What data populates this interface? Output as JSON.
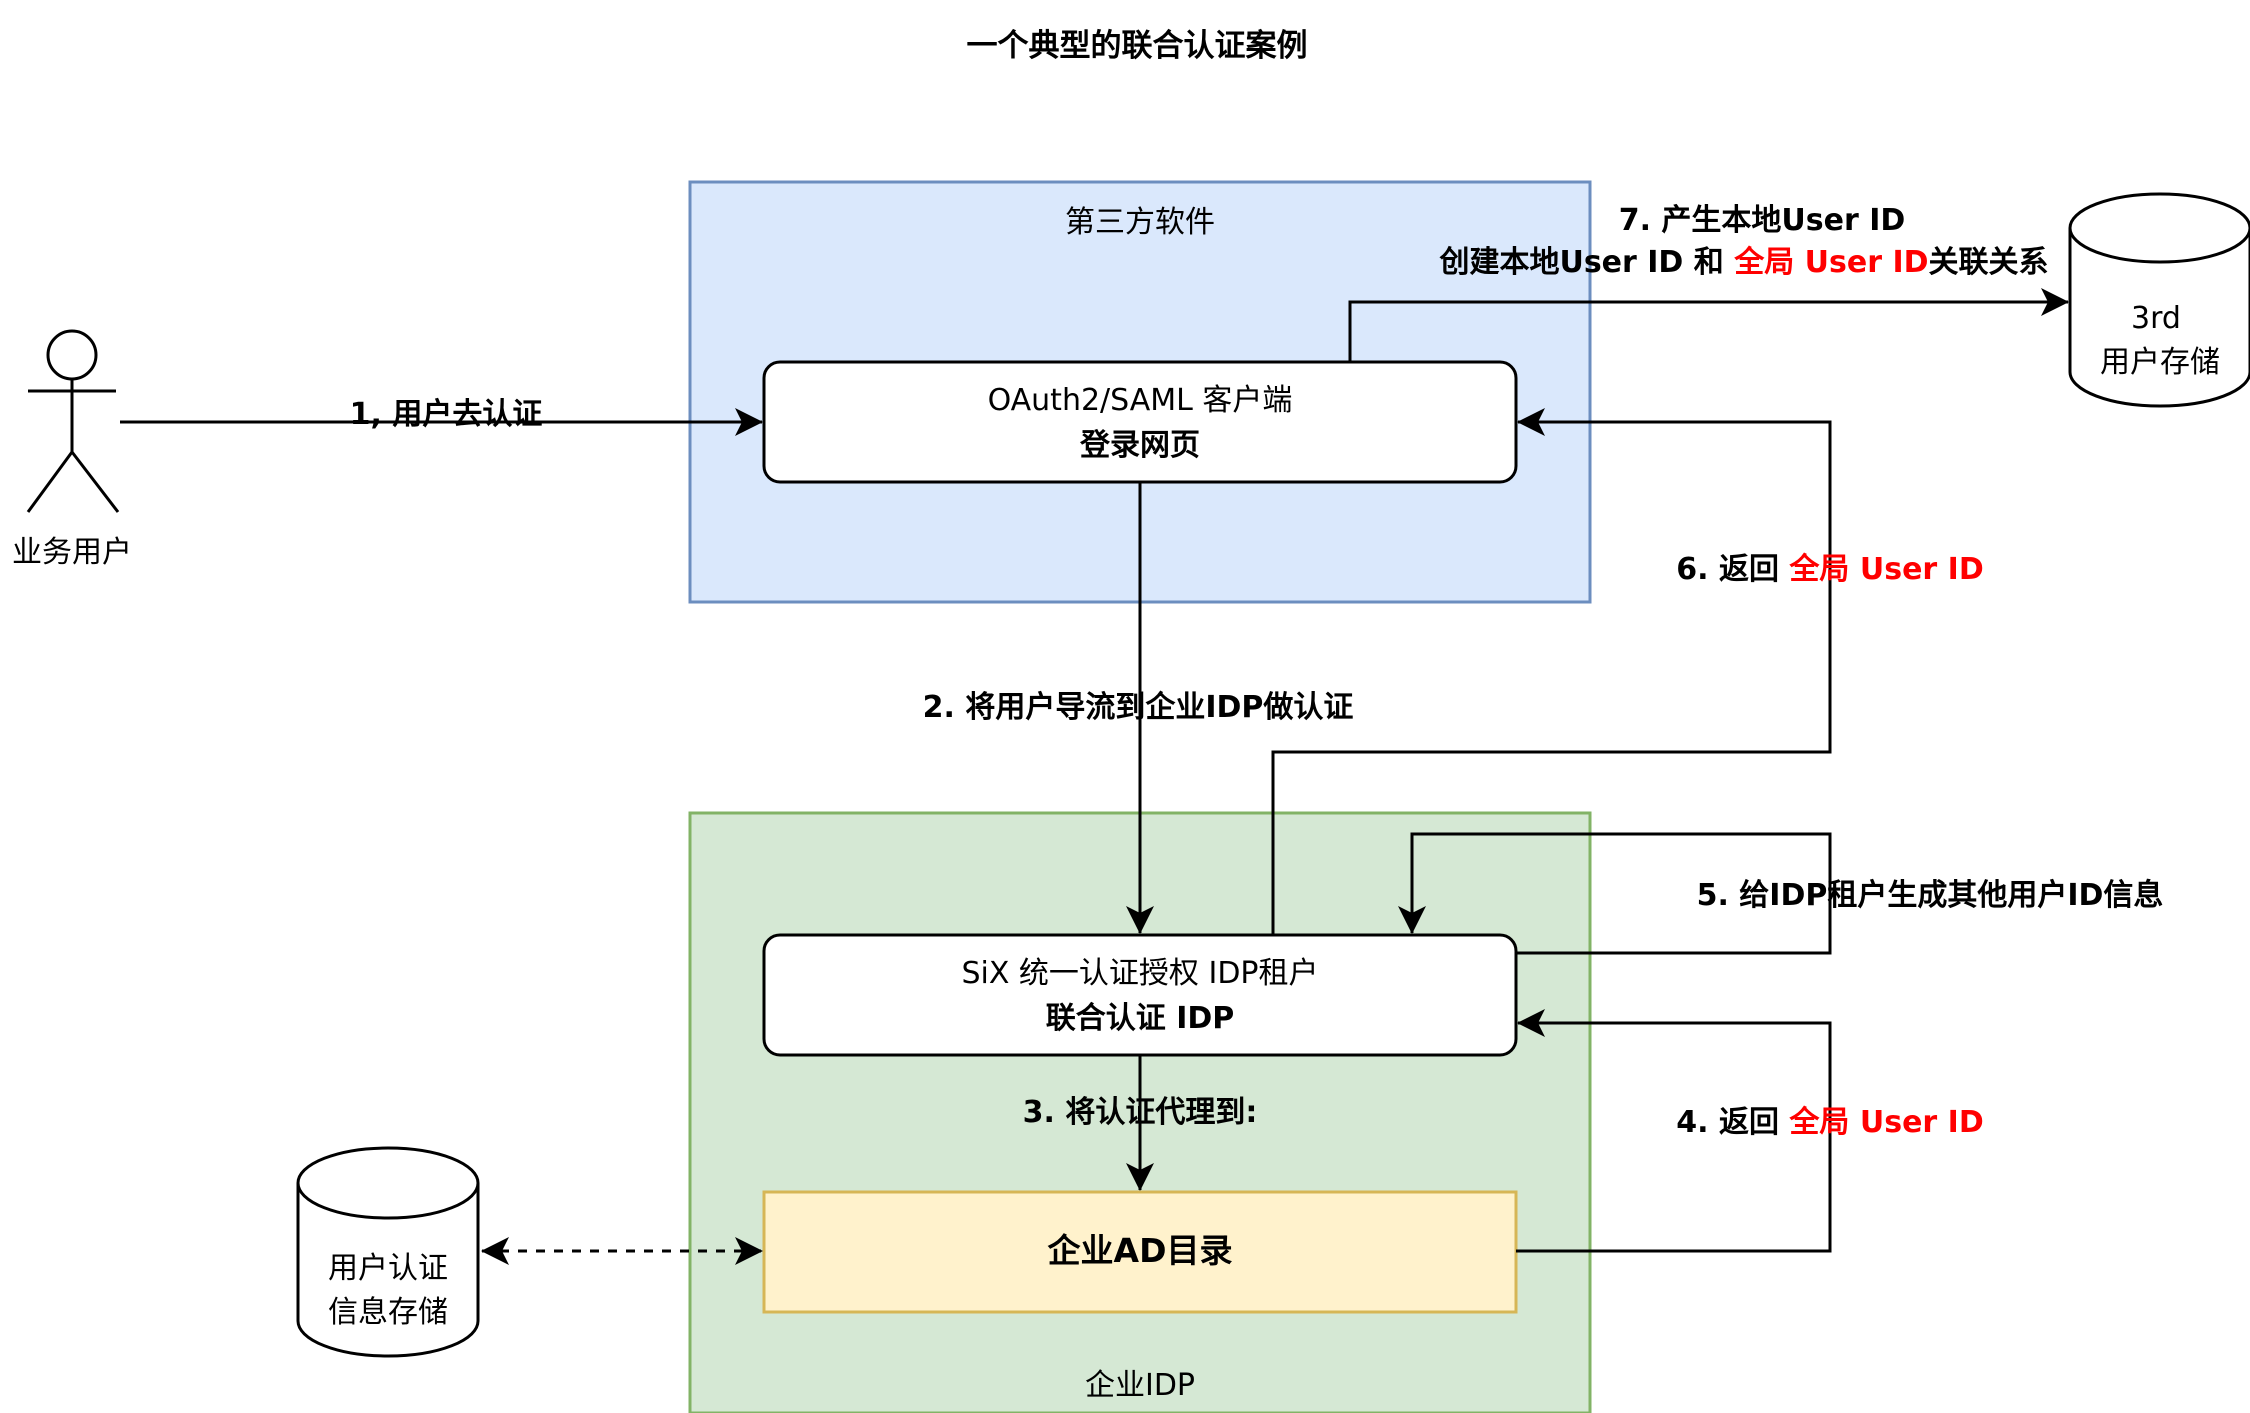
{
  "title": "一个典型的联合认证案例",
  "actor": {
    "label": "业务用户"
  },
  "group_third_party": {
    "label": "第三方软件"
  },
  "group_enterprise_idp": {
    "label": "企业IDP"
  },
  "node_client": {
    "line1": "OAuth2/SAML 客户端",
    "line2": "登录网页"
  },
  "node_idp_tenant": {
    "line1": "SiX 统一认证授权 IDP租户",
    "line2": "联合认证 IDP"
  },
  "node_ad": {
    "label": "企业AD目录"
  },
  "db_third": {
    "line1": "3rd",
    "line2": "用户存储"
  },
  "db_auth": {
    "line1": "用户认证",
    "line2": "信息存储"
  },
  "edges": {
    "step1": "1, 用户去认证",
    "step2": "2. 将用户导流到企业IDP做认证",
    "step3": "3. 将认证代理到:",
    "step4_prefix": "4. 返回 ",
    "step4_red": "全局 User ID",
    "step5": "5. 给IDP租户生成其他用户ID信息",
    "step6_prefix": "6. 返回 ",
    "step6_red": "全局 User ID",
    "step7_line1": "7. 产生本地User ID",
    "step7_prefix": "创建本地User ID 和 ",
    "step7_red": "全局 User ID",
    "step7_suffix": "关联关系"
  },
  "colors": {
    "third_party_fill": "#dae8fc",
    "third_party_stroke": "#6c8ebf",
    "enterprise_fill": "#d5e8d4",
    "enterprise_stroke": "#82b366",
    "ad_fill": "#fff2cc",
    "ad_stroke": "#d6b656",
    "highlight": "#ff0000"
  }
}
